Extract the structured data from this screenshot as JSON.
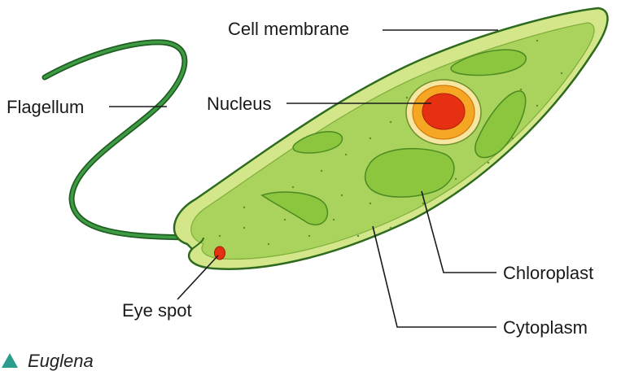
{
  "labels": {
    "cell_membrane": "Cell membrane",
    "flagellum": "Flagellum",
    "nucleus": "Nucleus",
    "chloroplast": "Chloroplast",
    "eye_spot": "Eye spot",
    "cytoplasm": "Cytoplasm"
  },
  "caption": "Euglena",
  "colors": {
    "membrane": "#c9e07a",
    "cytoplasm": "#a6d15a",
    "chloroplast": "#8cc63f",
    "flagellum": "#2e7d32",
    "nucleus_outer": "#f5a623",
    "nucleus_inner": "#e53012",
    "eye_spot": "#e53012",
    "caption_marker": "#2a9d8f"
  }
}
